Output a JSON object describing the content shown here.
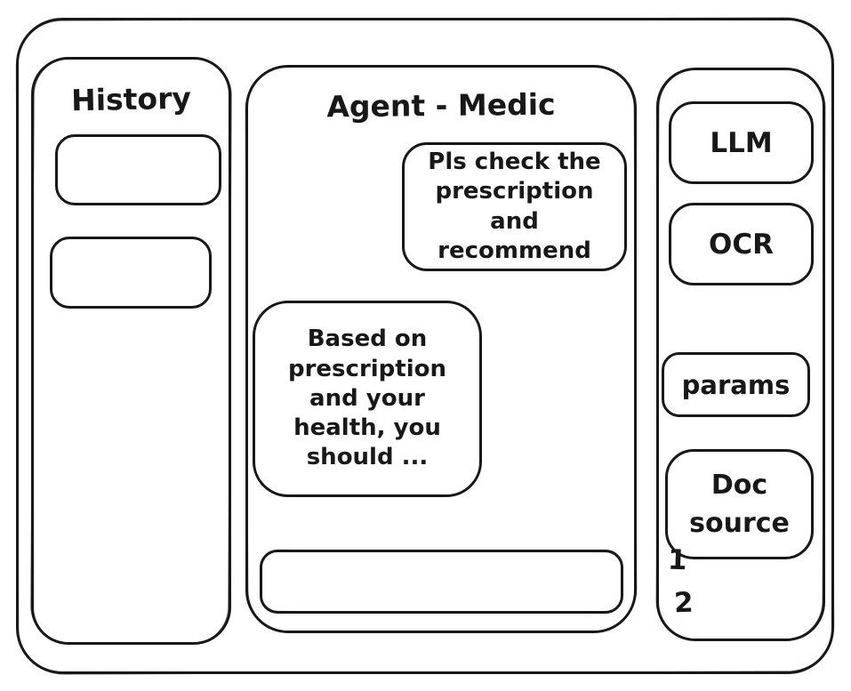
{
  "colors": {
    "ink": "#181818",
    "background": "#ffffff"
  },
  "sidebar_left": {
    "title": "History",
    "items": [
      {
        "label": ""
      },
      {
        "label": ""
      }
    ]
  },
  "chat": {
    "title": "Agent - Medic",
    "messages": [
      {
        "role": "user",
        "text": "Pls check the\nprescription\nand recommend"
      },
      {
        "role": "agent",
        "text": "Based on\nprescription\nand your\nhealth, you\nshould ..."
      }
    ],
    "input": {
      "value": "",
      "placeholder": ""
    }
  },
  "sidebar_right": {
    "buttons": [
      {
        "label": "LLM"
      },
      {
        "label": "OCR"
      },
      {
        "label": "params"
      }
    ],
    "doc_source": {
      "label": "Doc source",
      "items": [
        "1",
        "2"
      ]
    }
  }
}
